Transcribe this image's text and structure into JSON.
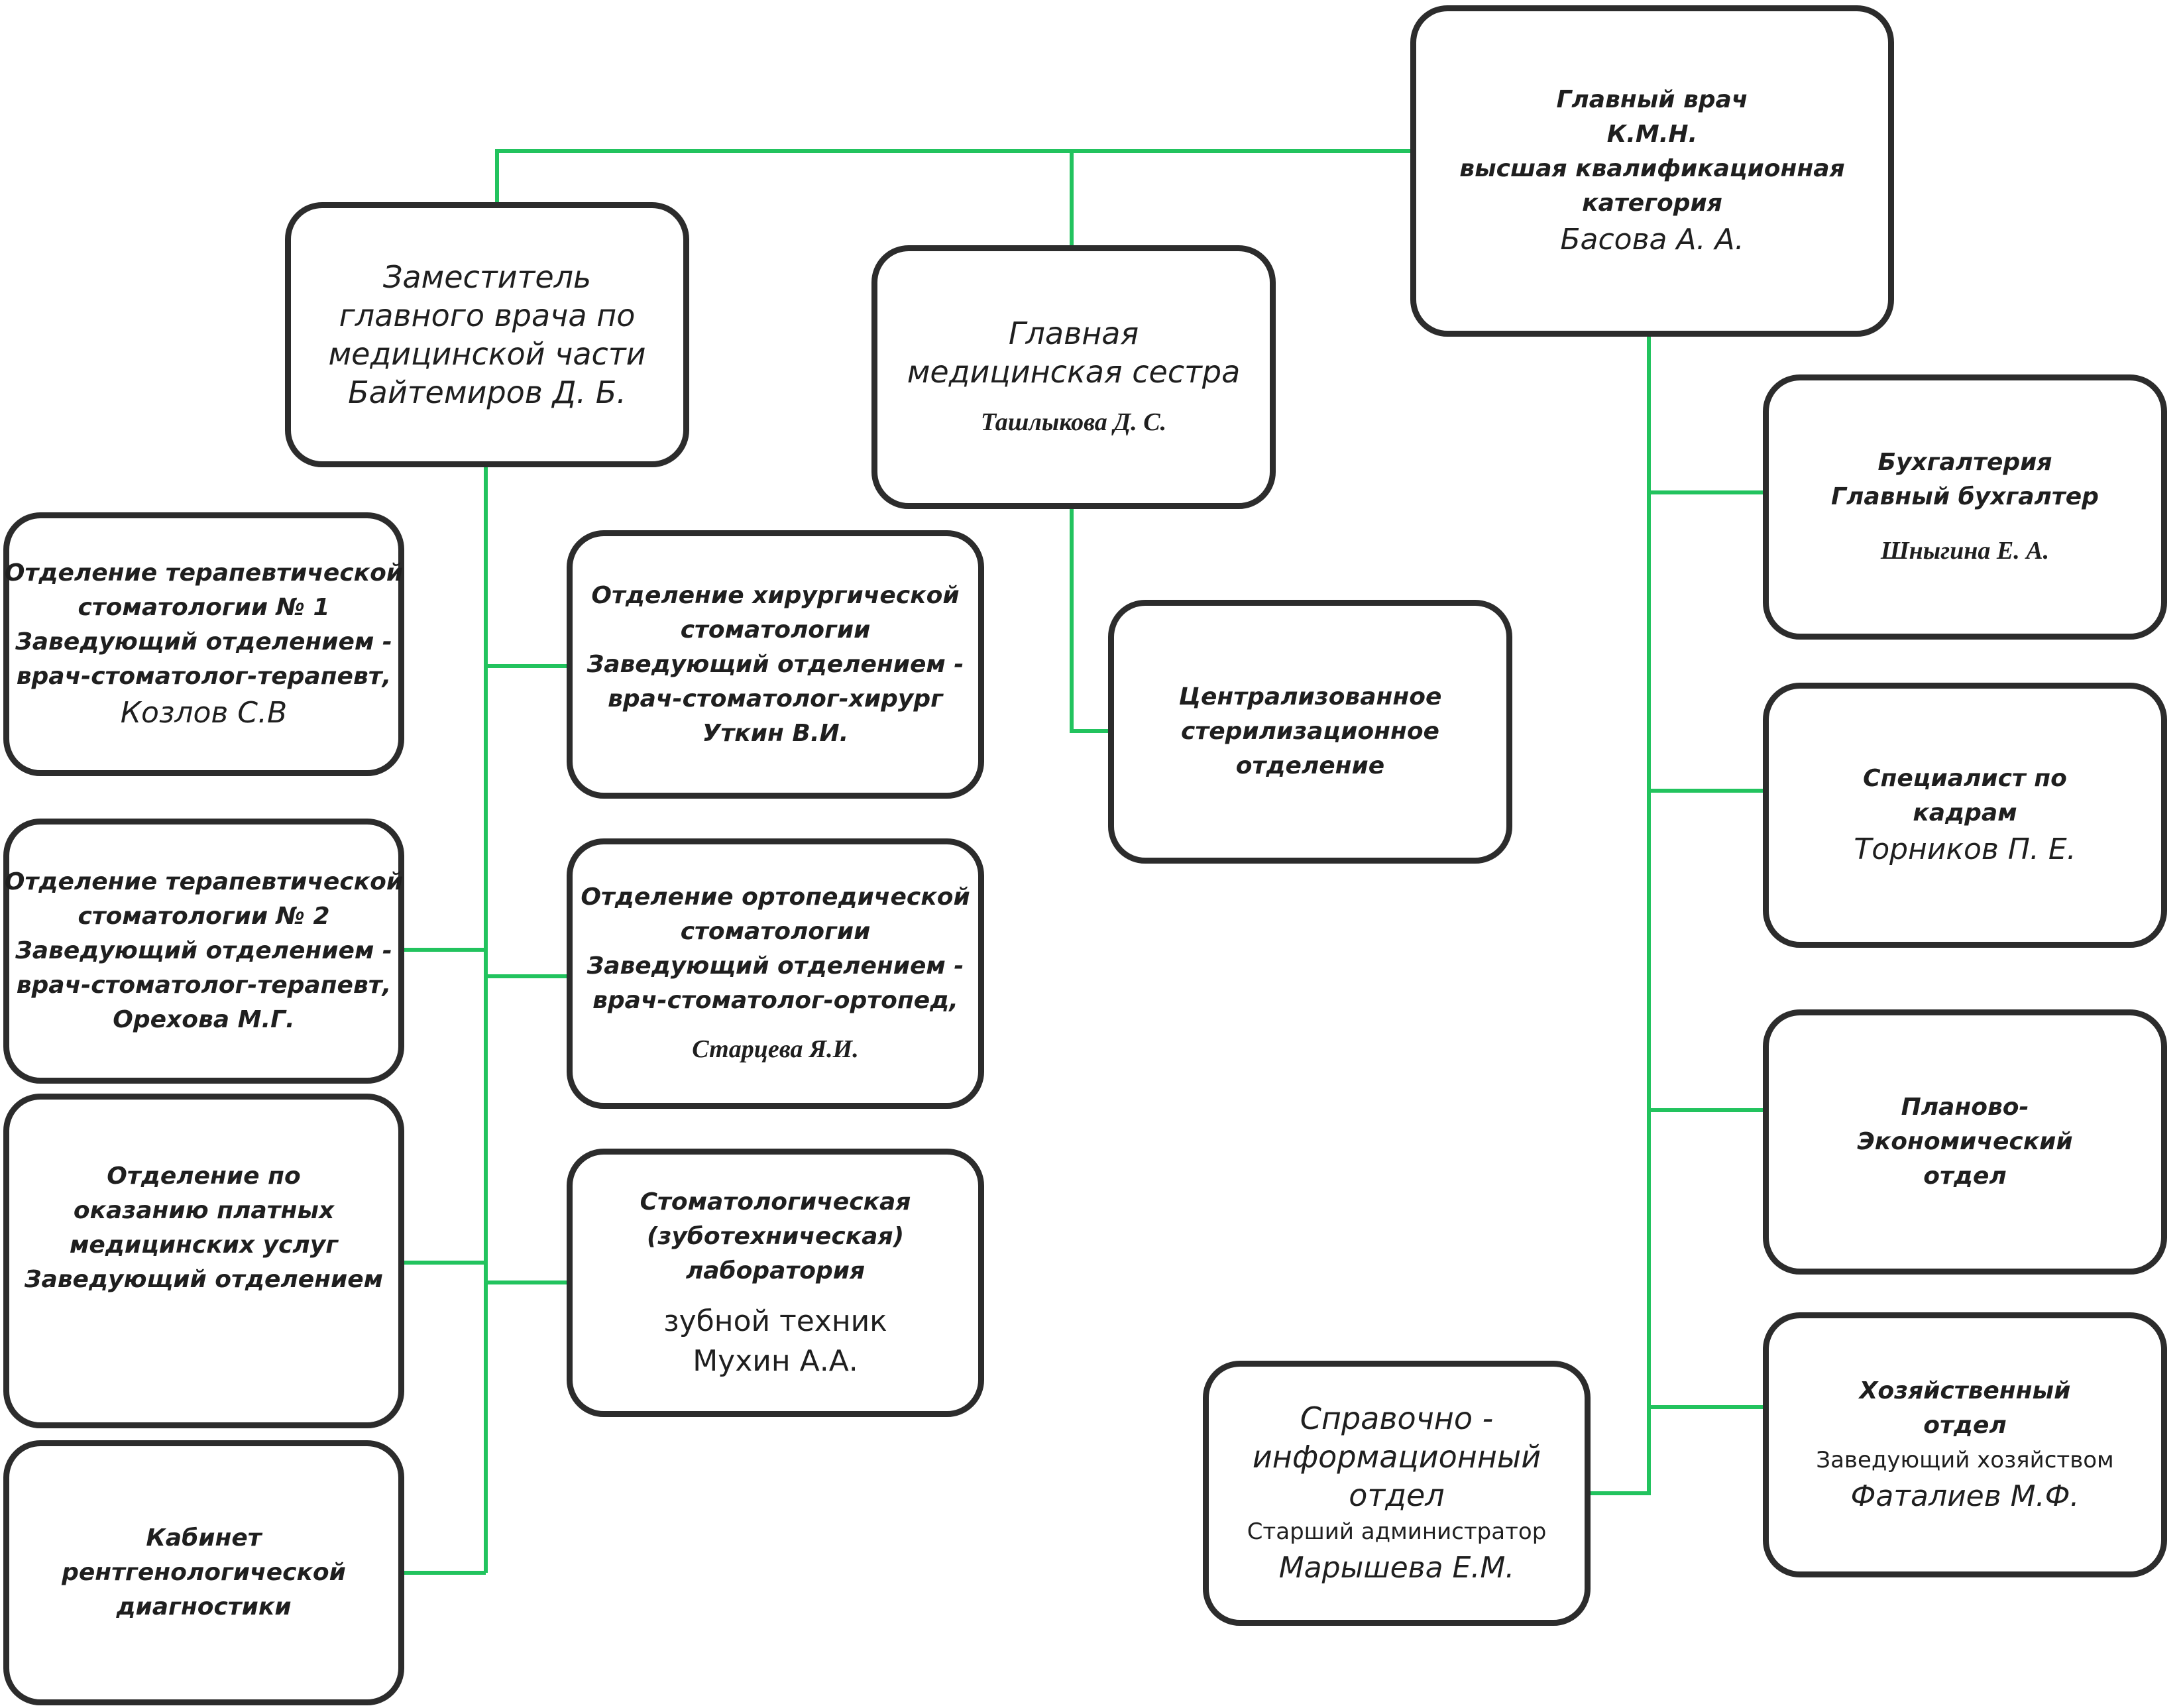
{
  "chief": {
    "lines": [
      "Главный врач",
      "К.М.Н.",
      "высшая квалификационная",
      "категория"
    ],
    "name": "Басова А. А."
  },
  "deputy": {
    "lines": [
      "Заместитель",
      "главного врача по",
      "медицинской части"
    ],
    "name": "Байтемиров Д. Б."
  },
  "head_nurse": {
    "lines": [
      "Главная",
      "медицинская сестра"
    ],
    "name": "Ташлыкова Д. С."
  },
  "therapy1": {
    "lines": [
      "Отделение терапевтической",
      "стоматологии № 1",
      "Заведующий отделением -",
      "врач-стоматолог-терапевт,"
    ],
    "name": "Козлов С.В"
  },
  "therapy2": {
    "lines": [
      "Отделение терапевтической",
      "стоматологии № 2",
      "Заведующий отделением -",
      "врач-стоматолог-терапевт,",
      "Орехова М.Г."
    ]
  },
  "paid": {
    "lines": [
      "Отделение по",
      "оказанию платных",
      "медицинских услуг",
      "Заведующий отделением"
    ]
  },
  "xray": {
    "lines": [
      "Кабинет",
      "рентгенологической",
      "диагностики"
    ]
  },
  "surgery": {
    "lines": [
      "Отделение хирургической",
      "стоматологии",
      "Заведующий отделением -",
      "врач-стоматолог-хирург",
      "Уткин В.И."
    ]
  },
  "ortho": {
    "lines": [
      "Отделение ортопедической",
      "стоматологии",
      "Заведующий отделением -",
      "врач-стоматолог-ортопед,"
    ],
    "name": "Старцева Я.И."
  },
  "lab": {
    "lines": [
      "Стоматологическая",
      "(зуботехническая)",
      "лаборатория"
    ],
    "role": "зубной техник",
    "name": "Мухин А.А."
  },
  "steril": {
    "lines": [
      "Централизованное",
      "стерилизационное",
      "отделение"
    ]
  },
  "accounting": {
    "lines": [
      "Бухгалтерия",
      "Главный бухгалтер"
    ],
    "name": "Шныгина Е. А."
  },
  "hr": {
    "lines": [
      "Специалист по",
      "кадрам"
    ],
    "name": "Торников П. Е."
  },
  "planning": {
    "lines": [
      "Планово-",
      "Экономический",
      "отдел"
    ]
  },
  "info": {
    "lines": [
      "Справочно -",
      "информационный",
      "отдел"
    ],
    "role": "Старший администратор",
    "name": "Марышева Е.М."
  },
  "household": {
    "lines": [
      "Хозяйственный",
      "отдел"
    ],
    "role": "Заведующий хозяйством",
    "name": "Фаталиев М.Ф."
  },
  "colors": {
    "connector": "#22c35e",
    "border": "#2c2c2c",
    "text": "#1f1f1f"
  }
}
